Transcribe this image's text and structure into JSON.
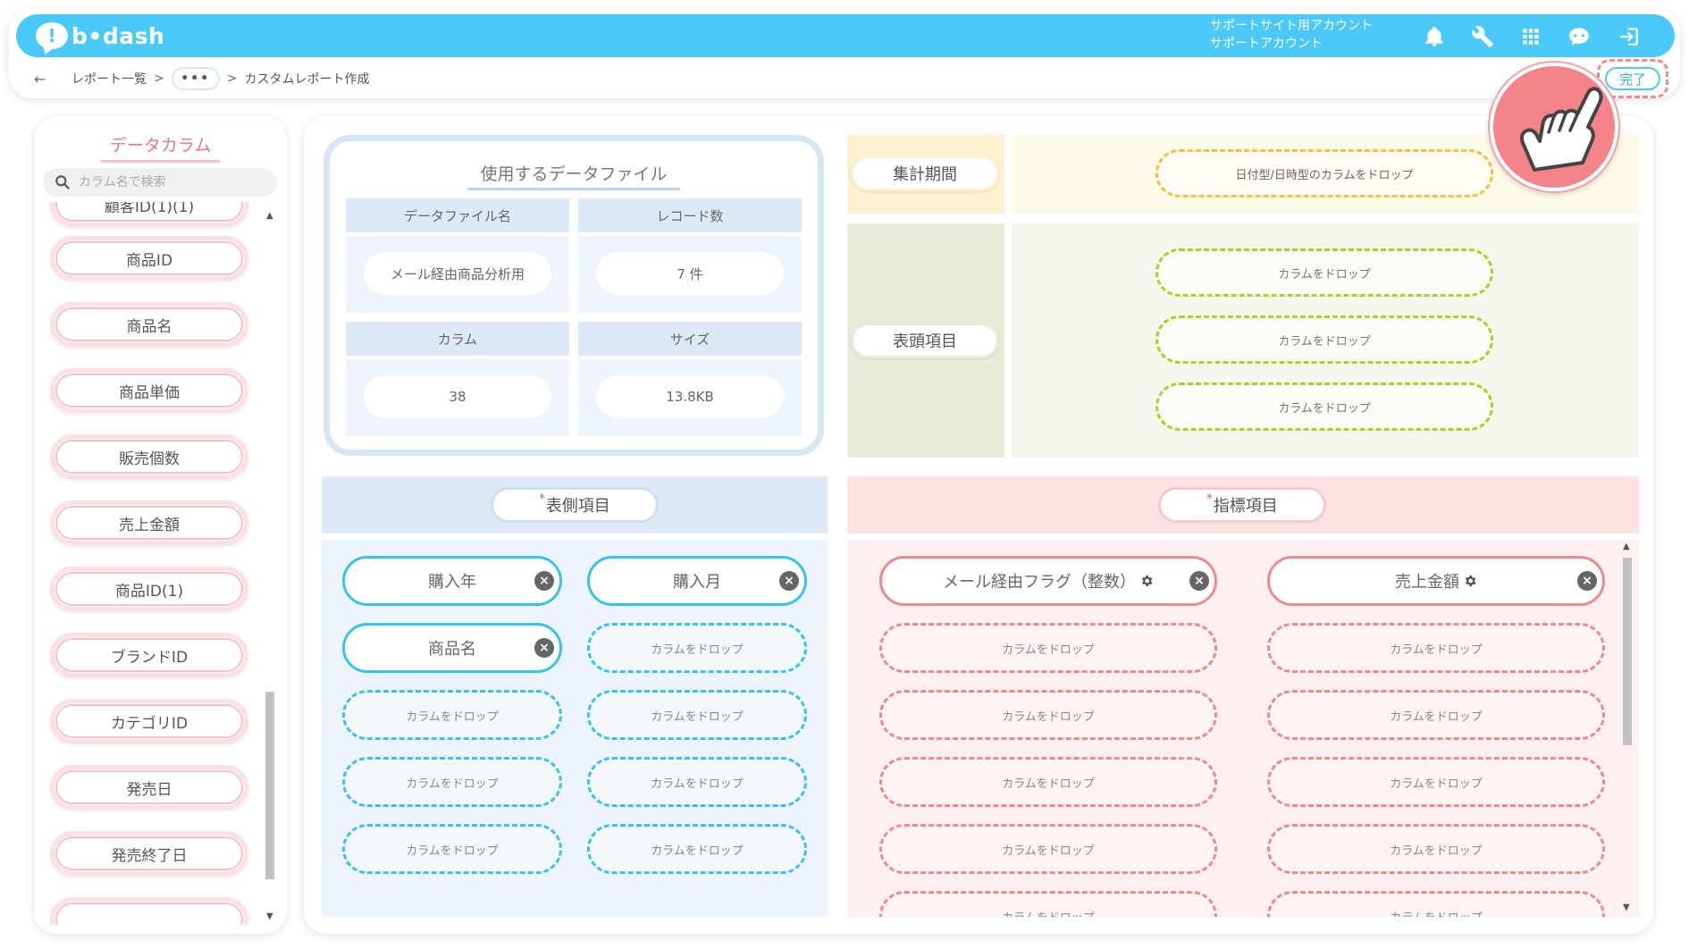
{
  "app": {
    "logo_text": "b•dash"
  },
  "account": {
    "line1": "サポートサイト用アカウント",
    "line2": "サポートアカウント"
  },
  "topbar_icons": [
    "bell-icon",
    "wrench-icon",
    "grid-icon",
    "chat-bot-icon",
    "logout-icon"
  ],
  "breadcrumb": {
    "back": "←",
    "item1": "レポート一覧",
    "sep": ">",
    "more": "•••",
    "current": "カスタムレポート作成"
  },
  "done_label": "完了",
  "sidebar": {
    "title": "データカラム",
    "search_placeholder": "カラム名で検索",
    "partial_item": "顧客ID(1)(1)",
    "items": [
      "商品ID",
      "商品名",
      "商品単価",
      "販売個数",
      "売上金額",
      "商品ID(1)",
      "ブランドID",
      "カテゴリID",
      "発売日",
      "発売終了日"
    ]
  },
  "datafile": {
    "title": "使用するデータファイル",
    "headers": {
      "name": "データファイル名",
      "records": "レコード数",
      "columns": "カラム",
      "size": "サイズ"
    },
    "values": {
      "name": "メール経由商品分析用",
      "records": "7 件",
      "columns": "38",
      "size": "13.8KB"
    }
  },
  "period": {
    "label": "集計期間",
    "drop_text": "日付型/日時型のカラムをドロップ"
  },
  "header_items": {
    "label": "表頭項目",
    "drops": [
      "カラムをドロップ",
      "カラムをドロップ",
      "カラムをドロップ"
    ]
  },
  "row_items": {
    "required_mark": "*",
    "label": "表側項目",
    "chips": [
      "購入年",
      "購入月",
      "商品名"
    ],
    "drop_text": "カラムをドロップ"
  },
  "metric_items": {
    "required_mark": "*",
    "label": "指標項目",
    "chips": [
      "メール経由フラグ（整数）",
      "売上金額"
    ],
    "drop_text": "カラムをドロップ"
  },
  "colors": {
    "accent": "#4ac9fa",
    "pink": "#f08a8a",
    "blue": "#38c2ee"
  }
}
